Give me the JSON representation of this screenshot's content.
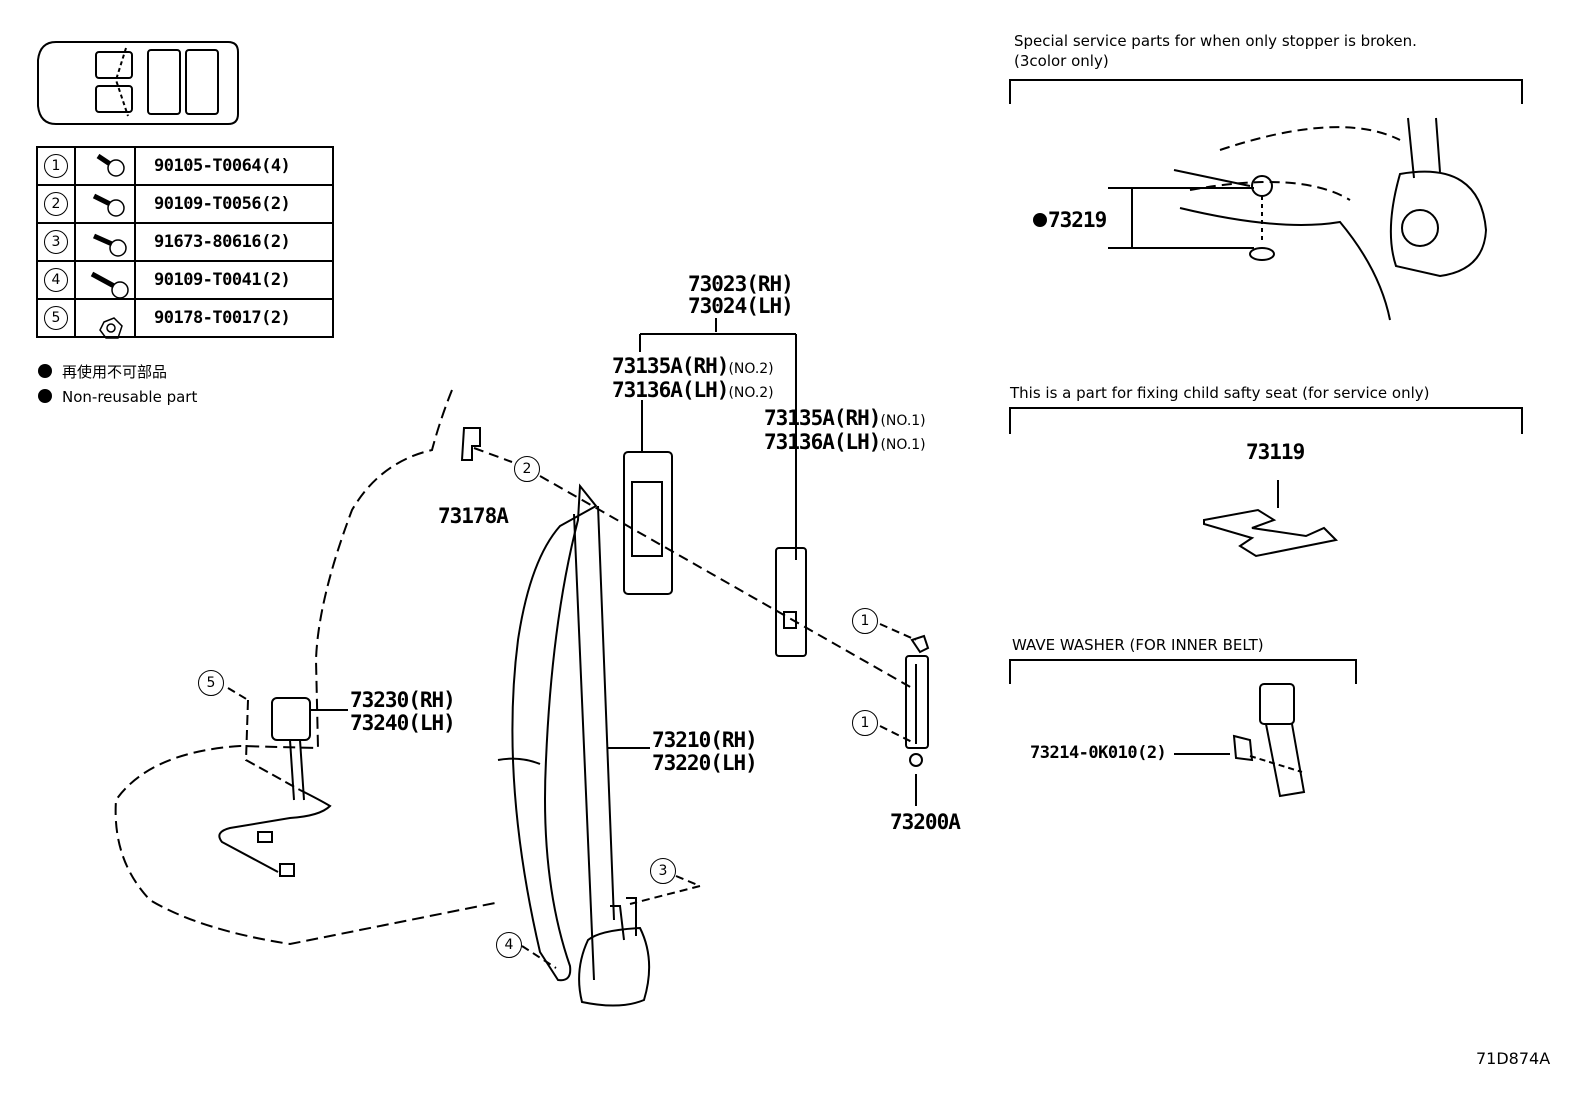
{
  "fastener_table": [
    {
      "ref": "1",
      "icon": "bolt-icon",
      "part": "90105-T0064(4)"
    },
    {
      "ref": "2",
      "icon": "bolt-icon",
      "part": "90109-T0056(2)"
    },
    {
      "ref": "3",
      "icon": "bolt-icon",
      "part": "91673-80616(2)"
    },
    {
      "ref": "4",
      "icon": "bolt-icon",
      "part": "90109-T0041(2)"
    },
    {
      "ref": "5",
      "icon": "nut-icon",
      "part": "90178-T0017(2)"
    }
  ],
  "legend": {
    "line1": "再使用不可部品",
    "line2": "Non-reusable part"
  },
  "labels": {
    "p73023_24_rh": "73023(RH)",
    "p73023_24_lh": "73024(LH)",
    "p73135_no2_rh": "73135A(RH)",
    "p73136_no2_lh": "73136A(LH)",
    "no2": "(NO.2)",
    "p73135_no1_rh": "73135A(RH)",
    "p73136_no1_lh": "73136A(LH)",
    "no1": "(NO.1)",
    "p73178A": "73178A",
    "p73230_rh": "73230(RH)",
    "p73240_lh": "73240(LH)",
    "p73210_rh": "73210(RH)",
    "p73220_lh": "73220(LH)",
    "p73200A": "73200A",
    "p73219": "73219",
    "p73119": "73119",
    "p73214": "73214-0K010(2)"
  },
  "callouts": [
    "1",
    "1",
    "2",
    "3",
    "4",
    "5"
  ],
  "notes": {
    "stopper_line1": "Special service parts for when only stopper is broken.",
    "stopper_line2": "(3color only)",
    "child_seat": "This is a part for fixing child safty seat (for service only)",
    "wave_washer": "WAVE WASHER (FOR INNER BELT)"
  },
  "figure_code": "71D874A"
}
